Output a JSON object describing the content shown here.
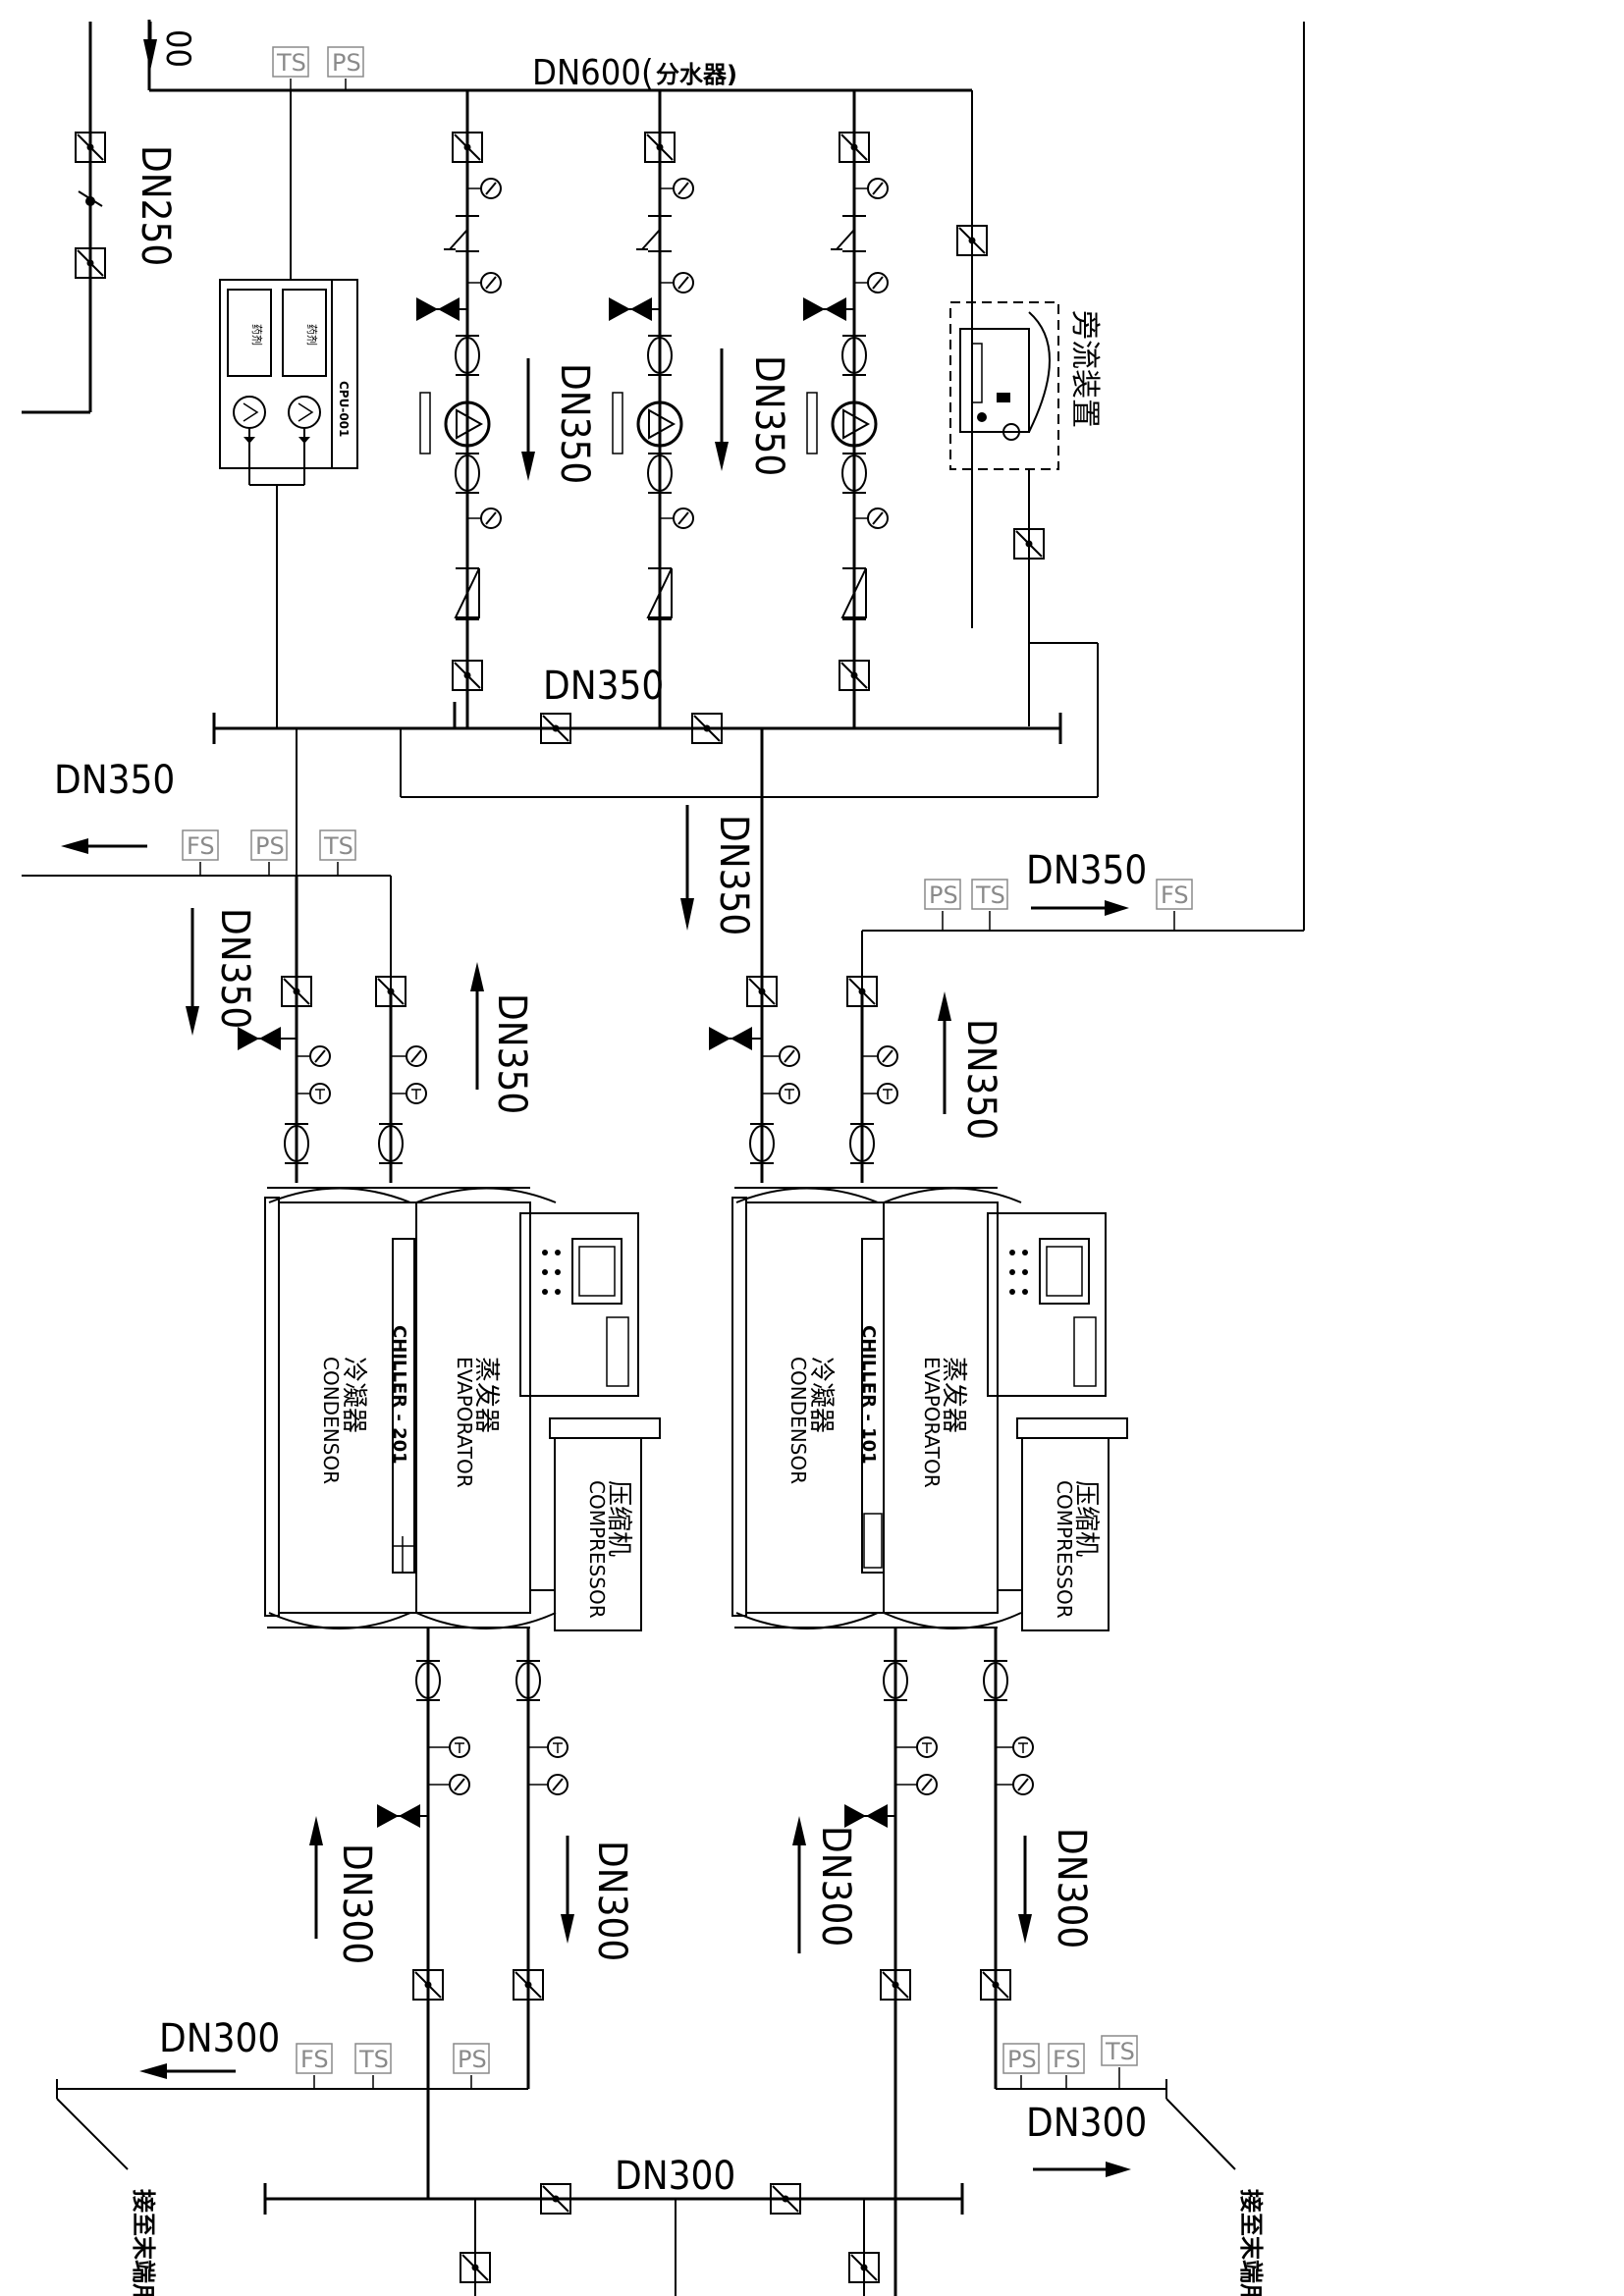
{
  "diagram": {
    "header_main": "DN600(",
    "header_cn": "分水器)",
    "top_corner": "00",
    "dn250": "DN250",
    "dn350": "DN350",
    "dn300": "DN300",
    "bypass_device": "旁流装置",
    "dosing_unit": "CPU-001",
    "dosing_tank": "药剂",
    "sensors": {
      "ts": "TS",
      "ps": "PS",
      "fs": "FS"
    },
    "terminal": "接至末端用",
    "chillers": [
      {
        "id": "CHILLER - 201",
        "condenser_cn": "冷凝器",
        "condenser_en": "CONDENSOR",
        "evaporator_cn": "蒸发器",
        "evaporator_en": "EVAPORATOR",
        "compressor_cn": "压缩机",
        "compressor_en": "COMPRESSOR"
      },
      {
        "id": "CHILLER - 101",
        "condenser_cn": "冷凝器",
        "condenser_en": "CONDENSOR",
        "evaporator_cn": "蒸发器",
        "evaporator_en": "EVAPORATOR",
        "compressor_cn": "压缩机",
        "compressor_en": "COMPRESSOR"
      }
    ]
  }
}
